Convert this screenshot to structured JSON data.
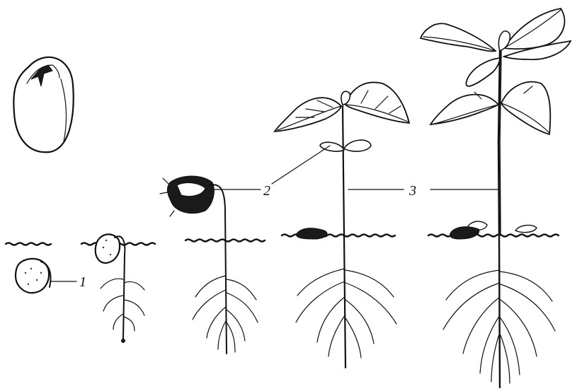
{
  "figure": {
    "labels": {
      "part_1": "1",
      "part_2": "2",
      "part_3": "3"
    },
    "colors": {
      "ink": "#111111",
      "paper": "#ffffff"
    }
  }
}
